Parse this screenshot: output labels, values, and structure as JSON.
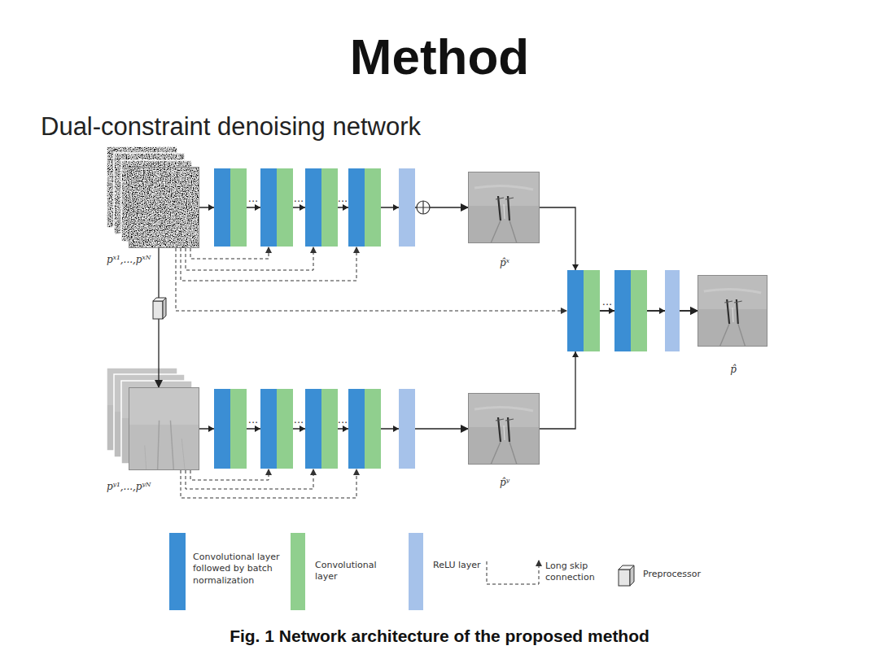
{
  "diagram": {
    "title": "Method",
    "caption": "Fig. 1 Network architecture of the proposed method",
    "nodes": [
      {
        "text": [
          "pˣ¹,...,pˣᴺ"
        ]
      },
      {
        "text": [
          "p̂ˣ"
        ]
      },
      {
        "text": [
          "pʸ¹,...,pʸᴺ"
        ]
      },
      {
        "text": [
          "p̂ʸ"
        ]
      },
      {
        "text": [
          "p̂"
        ]
      }
    ],
    "edges": [
      {
        "from": 0,
        "to": 1,
        "arrow": "to"
      },
      {
        "from": 0,
        "to": 2,
        "arrow": "to"
      },
      {
        "from": 2,
        "to": 3,
        "arrow": "to"
      },
      {
        "from": 1,
        "to": 4,
        "arrow": "to"
      },
      {
        "from": 3,
        "to": 4,
        "arrow": "to"
      }
    ],
    "labels": [
      "Dual-constraint denoising network",
      "...",
      "...",
      "...",
      "...",
      "...",
      "...",
      "..."
    ],
    "legend": [
      {
        "text": "Convolutional layer followed by batch normalization",
        "color": "#3b8ed4"
      },
      {
        "text": "Convolutional layer",
        "color": "#90cf8e"
      },
      {
        "text": "ReLU layer",
        "color": "#a6c2ea"
      },
      {
        "text": "Long skip connection"
      },
      {
        "text": "Preprocessor"
      }
    ]
  }
}
